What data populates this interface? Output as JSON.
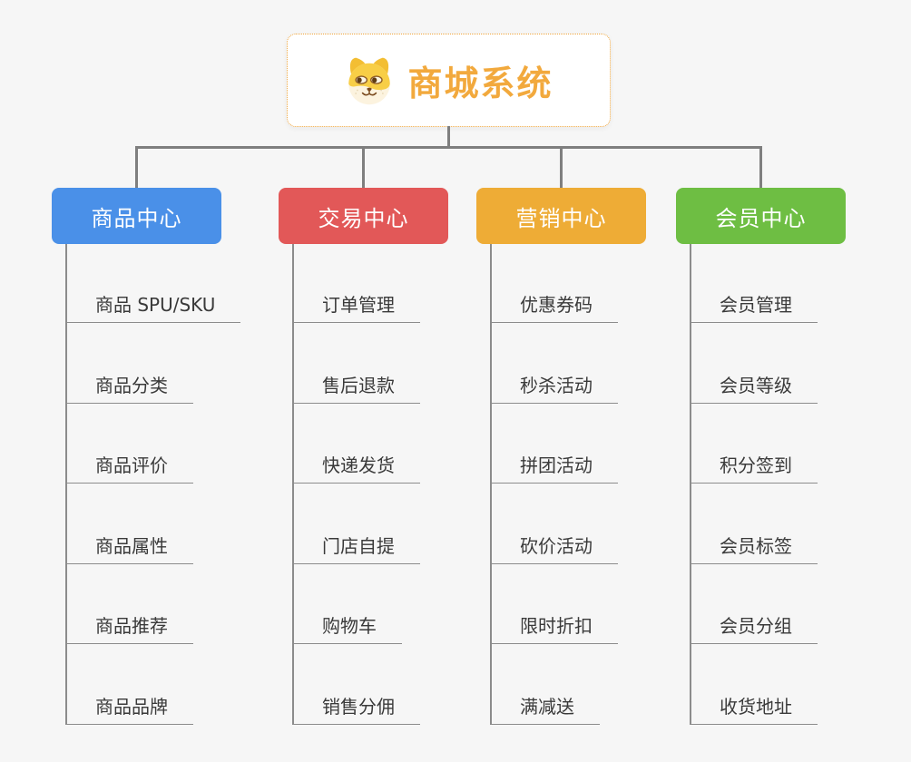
{
  "root": {
    "title": "商城系统",
    "icon": "shiba-dog-icon",
    "accent": "#F2A93D",
    "border_color": "#F0A63C"
  },
  "branches": [
    {
      "label": "商品中心",
      "color": "#4A90E8",
      "items": [
        "商品 SPU/SKU",
        "商品分类",
        "商品评价",
        "商品属性",
        "商品推荐",
        "商品品牌"
      ]
    },
    {
      "label": "交易中心",
      "color": "#E25858",
      "items": [
        "订单管理",
        "售后退款",
        "快递发货",
        "门店自提",
        "购物车",
        "销售分佣"
      ]
    },
    {
      "label": "营销中心",
      "color": "#EEAC36",
      "items": [
        "优惠券码",
        "秒杀活动",
        "拼团活动",
        "砍价活动",
        "限时折扣",
        "满减送"
      ]
    },
    {
      "label": "会员中心",
      "color": "#6EBE43",
      "items": [
        "会员管理",
        "会员等级",
        "积分签到",
        "会员标签",
        "会员分组",
        "收货地址"
      ]
    }
  ],
  "colors": {
    "background": "#F6F6F6",
    "connector": "#7F7F7F",
    "leaf_line": "#8C8C8C",
    "leaf_text": "#3A3A3A",
    "header_text": "#FFFFFF"
  }
}
